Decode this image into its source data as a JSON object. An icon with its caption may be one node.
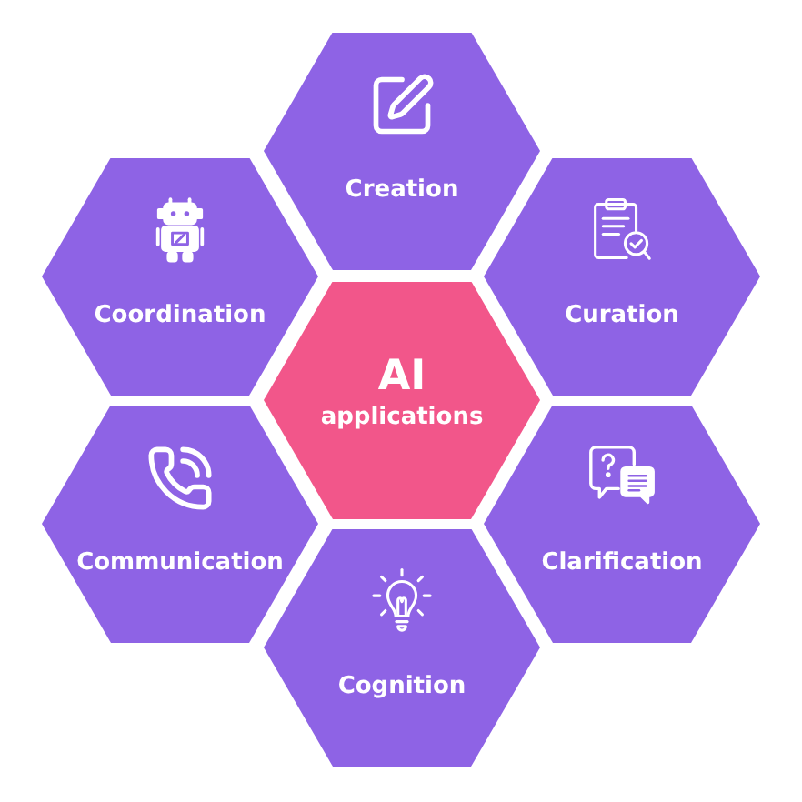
{
  "diagram": {
    "nodes": [
      {
        "text": [
          "Creation"
        ]
      },
      {
        "text": [
          "Coordination"
        ]
      },
      {
        "text": [
          "Curation"
        ]
      },
      {
        "text": [
          "AI",
          "applications"
        ]
      },
      {
        "text": [
          "Communication"
        ]
      },
      {
        "text": [
          "Clarification"
        ]
      },
      {
        "text": [
          "Cognition"
        ]
      }
    ]
  }
}
